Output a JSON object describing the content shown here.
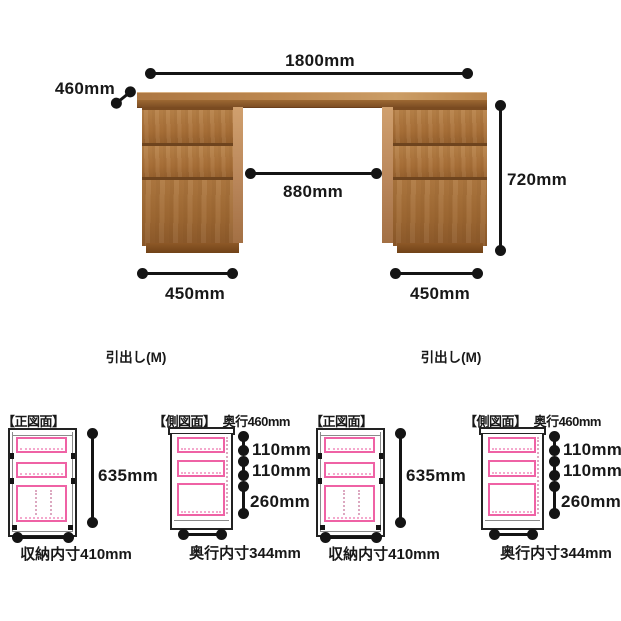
{
  "desk_diagram": {
    "width_dim": "1800mm",
    "depth_dim": "460mm",
    "inner_gap_dim": "880mm",
    "height_dim": "720mm",
    "left_pedestal_width_dim": "450mm",
    "right_pedestal_width_dim": "450mm",
    "left_pedestal_label": "引出し(M)",
    "right_pedestal_label": "引出し(M)"
  },
  "front_view": {
    "title": "【正図面】",
    "height_dim": "635mm",
    "inner_width_dim": "収納内寸410mm"
  },
  "side_view": {
    "title": "【側図面】",
    "depth_label": "奥行460mm",
    "top_drawer_dim": "110mm",
    "middle_drawer_dim": "110mm",
    "bottom_drawer_dim": "260mm",
    "inner_depth_dim": "奥行内寸344mm"
  },
  "colors": {
    "line": "#141414",
    "accent_pink": "#ef62a5",
    "wood_light": "#cb9d66",
    "wood_mid": "#a97038",
    "wood_dark": "#7e4e24",
    "background": "#ffffff"
  }
}
